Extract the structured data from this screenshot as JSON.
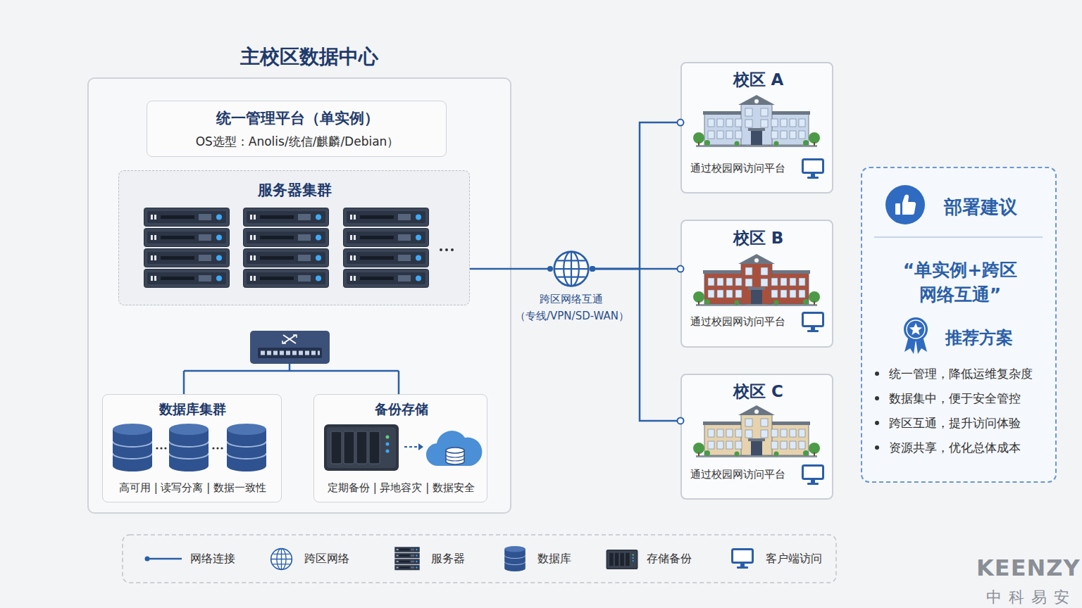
{
  "diagram": {
    "nodes": [
      {
        "text": [
          "主校区数据中心"
        ]
      },
      {
        "text": [
          "统一管理平台（单实例）",
          "OS选型：Anolis/统信/麒麟/Debian）"
        ],
        "in": 0
      },
      {
        "text": [
          "服务器集群"
        ],
        "in": 0
      },
      {
        "text": [
          "数据库集群",
          "高可用 | 读写分离 | 数据一致性"
        ],
        "in": 0
      },
      {
        "text": [
          "备份存储",
          "定期备份 | 异地容灾 | 数据安全"
        ],
        "in": 0
      },
      {
        "text": [
          "跨区网络互通",
          "（专线/VPN/SD-WAN）"
        ]
      },
      {
        "text": [
          "校区 A",
          "通过校园网访问平台"
        ]
      },
      {
        "text": [
          "校区 B",
          "通过校园网访问平台"
        ]
      },
      {
        "text": [
          "校区 C",
          "通过校园网访问平台"
        ]
      },
      {
        "text": [
          "部署建议",
          "“单实例+跨区 网络互通”",
          "推荐方案",
          "统一管理，降低运维复杂度",
          "数据集中，便于安全管控",
          "跨区互通，提升访问体验",
          "资源共享，优化总体成本"
        ]
      }
    ],
    "edges": [
      {
        "from": 2,
        "to": 5,
        "arrow": "none"
      },
      {
        "from": 5,
        "to": 6,
        "arrow": "none"
      },
      {
        "from": 5,
        "to": 7,
        "arrow": "none"
      },
      {
        "from": 5,
        "to": 8,
        "arrow": "none"
      }
    ],
    "labels": [
      "KEENZY",
      "中科易安"
    ],
    "legend": [
      {
        "text": "网络连接"
      },
      {
        "text": "跨区网络"
      },
      {
        "text": "服务器"
      },
      {
        "text": "数据库"
      },
      {
        "text": "存储备份"
      },
      {
        "text": "客户端访问"
      }
    ]
  }
}
